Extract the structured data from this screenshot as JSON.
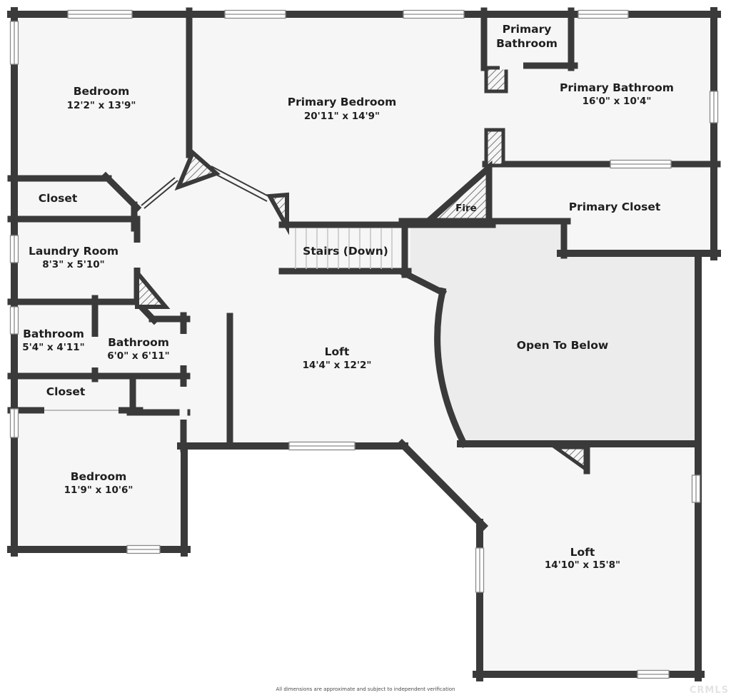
{
  "colors": {
    "wall": "#3a3a3a",
    "room_fill": "#f6f6f6",
    "open_to_below_fill": "#ececec",
    "label_text": "#1f1f1f",
    "watermark_text": "#e4e4e4"
  },
  "rooms": {
    "bedroom_top": {
      "name": "Bedroom",
      "dims": "12'2\" x 13'9\""
    },
    "primary_bedroom": {
      "name": "Primary Bedroom",
      "dims": "20'11\" x 14'9\""
    },
    "primary_bathroom_small": {
      "line1": "Primary",
      "line2": "Bathroom"
    },
    "primary_bathroom": {
      "name": "Primary Bathroom",
      "dims": "16'0\" x 10'4\""
    },
    "closet_upper": {
      "name": "Closet"
    },
    "laundry": {
      "name": "Laundry Room",
      "dims": "8'3\" x 5'10\""
    },
    "bathroom_left": {
      "name": "Bathroom",
      "dims": "5'4\" x 4'11\""
    },
    "bathroom_mid": {
      "name": "Bathroom",
      "dims": "6'0\" x 6'11\""
    },
    "closet_lower": {
      "name": "Closet"
    },
    "bedroom_bottom": {
      "name": "Bedroom",
      "dims": "11'9\" x 10'6\""
    },
    "fireplace": {
      "name": "Fire"
    },
    "primary_closet": {
      "name": "Primary Closet"
    },
    "stairs": {
      "name": "Stairs (Down)"
    },
    "loft_mid": {
      "name": "Loft",
      "dims": "14'4\" x 12'2\""
    },
    "open_to_below": {
      "name": "Open To Below"
    },
    "loft_bottom": {
      "name": "Loft",
      "dims": "14'10\" x 15'8\""
    }
  },
  "footer": {
    "disclaimer": "All dimensions are approximate and subject to independent verification",
    "watermark": "CRMLS"
  }
}
